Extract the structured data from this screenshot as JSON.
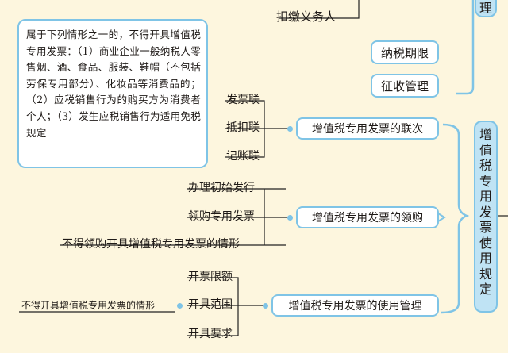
{
  "top_partial": {
    "label": "扣缴义务人"
  },
  "top_right_boxes": [
    {
      "label": "纳税期限"
    },
    {
      "label": "征收管理"
    }
  ],
  "top_right_vertical_partial": {
    "label": "理"
  },
  "note": {
    "text": "属于下列情形之一的，不得开具增值税专用发票：（1）商业企业一般纳税人零售烟、酒、食品、服装、鞋帽（不包括劳保专用部分）、化妆品等消费品的；（2）应税销售行为的购买方为消费者个人；（3）发生应税销售行为适用免税规定"
  },
  "main_topic": {
    "chars": [
      "增",
      "值",
      "税",
      "专",
      "用",
      "发",
      "票",
      "使",
      "用",
      "规",
      "定"
    ]
  },
  "branches": [
    {
      "label": "增值税专用发票的联次",
      "leaves": [
        "发票联",
        "抵扣联",
        "记账联"
      ]
    },
    {
      "label": "增值税专用发票的领购",
      "leaves": [
        "办理初始发行",
        "领购专用发票",
        "不得领购开具增值税专用发票的情形"
      ]
    },
    {
      "label": "增值税专用发票的使用管理",
      "leaves": [
        "开票限额",
        "开具范围",
        "开具要求"
      ],
      "sub_leaf": "不得开具增值税专用发票的情形"
    }
  ],
  "colors": {
    "accent": "#7fc4e6",
    "fill": "#bfe3f4",
    "background": "#fdf6de",
    "line": "#222222"
  }
}
